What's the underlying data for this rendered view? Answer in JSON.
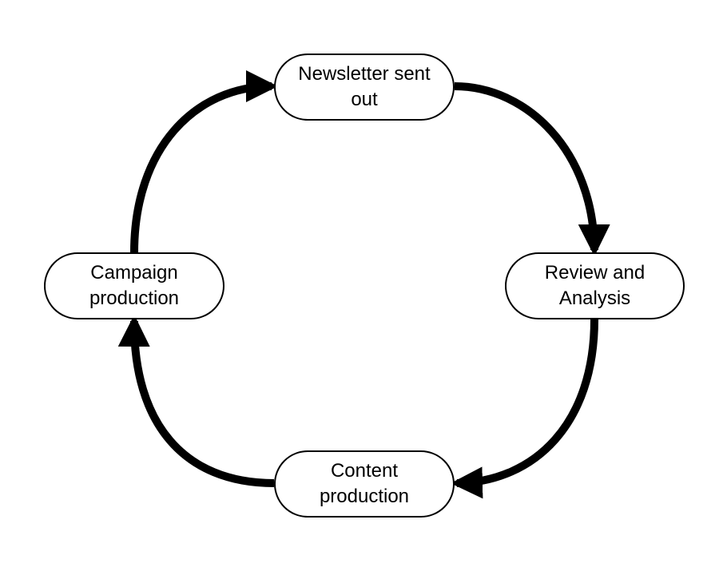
{
  "diagram": {
    "type": "cycle",
    "colors": {
      "stroke": "#000000",
      "fill": "#ffffff",
      "text": "#000000"
    },
    "nodes": {
      "newsletter_sent_out": {
        "line1": "Newsletter sent",
        "line2": "out"
      },
      "review_and_analysis": {
        "line1": "Review and",
        "line2": "Analysis"
      },
      "content_production": {
        "line1": "Content",
        "line2": "production"
      },
      "campaign_production": {
        "line1": "Campaign",
        "line2": "production"
      }
    },
    "edges": [
      {
        "from": "newsletter_sent_out",
        "to": "review_and_analysis"
      },
      {
        "from": "review_and_analysis",
        "to": "content_production"
      },
      {
        "from": "content_production",
        "to": "campaign_production"
      },
      {
        "from": "campaign_production",
        "to": "newsletter_sent_out"
      }
    ]
  }
}
